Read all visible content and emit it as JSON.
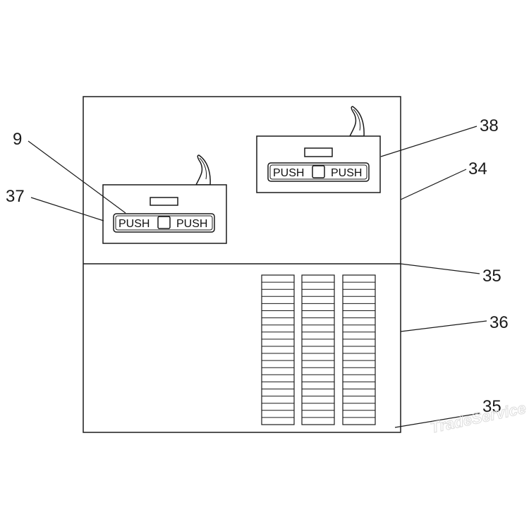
{
  "reference_numerals": {
    "r9": "9",
    "r37": "37",
    "r38": "38",
    "r34": "34",
    "r35_upper": "35",
    "r36": "36",
    "r35_lower": "35"
  },
  "left_panel": {
    "push_left": "PUSH",
    "push_right": "PUSH"
  },
  "right_panel": {
    "push_left": "PUSH",
    "push_right": "PUSH"
  },
  "louvers": {
    "columns": 3,
    "slats_per_column": 21
  },
  "watermark": "TradeService",
  "colors": {
    "line": "#1a1a1a",
    "background": "#ffffff",
    "watermark": "#dcdcdc"
  }
}
